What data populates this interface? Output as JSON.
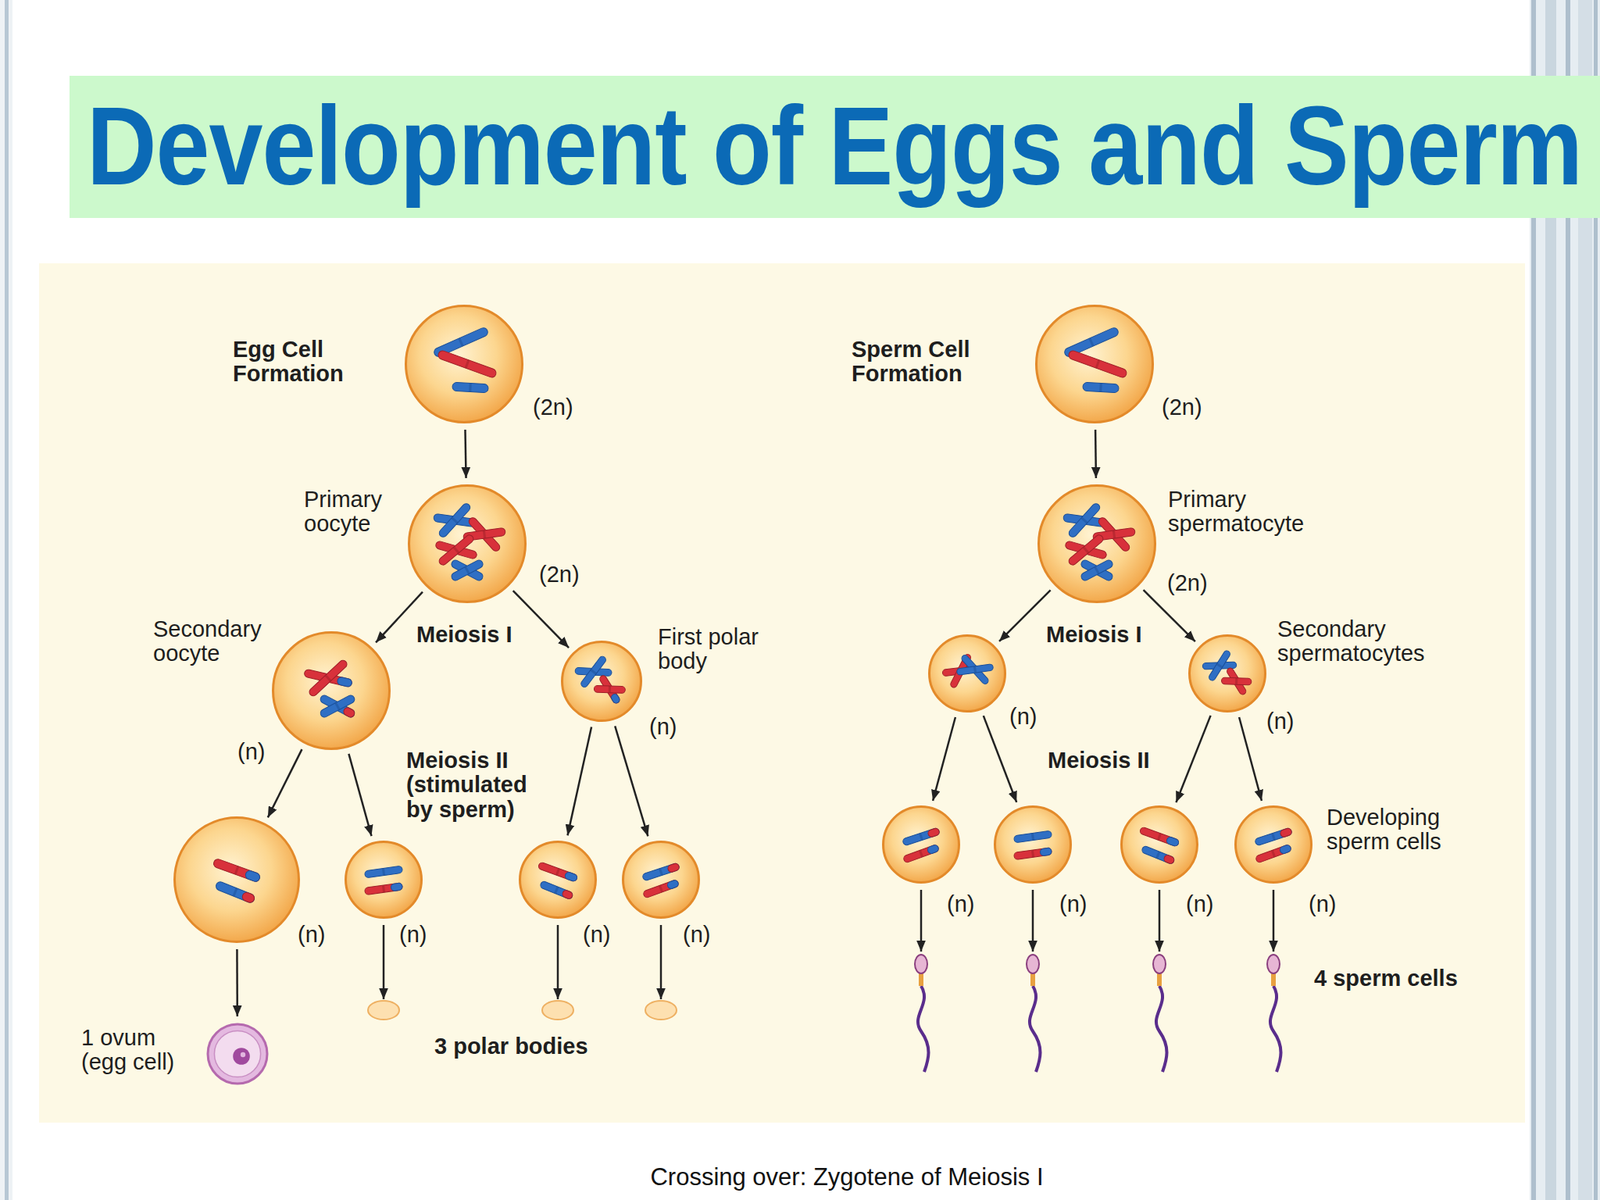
{
  "diagram": {
    "title": "Development of Eggs and Sperm",
    "caption": "Crossing over: Zygotene of Meiosis I",
    "nodes": [
      {
        "text": [
          "Egg Cell Formation",
          "(2n)"
        ]
      },
      {
        "text": [
          "Primary oocyte",
          "(2n)"
        ]
      },
      {
        "text": [
          "Secondary oocyte",
          "(n)"
        ]
      },
      {
        "text": [
          "First polar body",
          "(n)"
        ]
      },
      {
        "text": [
          "(n)"
        ]
      },
      {
        "text": [
          "(n)"
        ]
      },
      {
        "text": [
          "(n)"
        ]
      },
      {
        "text": [
          "(n)"
        ]
      },
      {
        "text": [
          "1 ovum (egg cell)"
        ]
      },
      {
        "text": [
          "Sperm Cell Formation",
          "(2n)"
        ]
      },
      {
        "text": [
          "Primary spermatocyte",
          "(2n)"
        ]
      },
      {
        "text": [
          "(n)"
        ]
      },
      {
        "text": [
          "Secondary spermatocytes",
          "(n)"
        ]
      },
      {
        "text": [
          "(n)"
        ]
      },
      {
        "text": [
          "(n)"
        ]
      },
      {
        "text": [
          "(n)"
        ]
      },
      {
        "text": [
          "Developing sperm cells",
          "(n)"
        ]
      }
    ],
    "edges": [
      {
        "from": 0,
        "to": 1,
        "arrow": "to"
      },
      {
        "from": 1,
        "to": 2,
        "arrow": "to"
      },
      {
        "from": 1,
        "to": 3,
        "arrow": "to"
      },
      {
        "from": 2,
        "to": 4,
        "arrow": "to"
      },
      {
        "from": 2,
        "to": 5,
        "arrow": "to"
      },
      {
        "from": 3,
        "to": 6,
        "arrow": "to"
      },
      {
        "from": 3,
        "to": 7,
        "arrow": "to"
      },
      {
        "from": 4,
        "to": 8,
        "arrow": "to"
      },
      {
        "from": 9,
        "to": 10,
        "arrow": "to"
      },
      {
        "from": 10,
        "to": 11,
        "arrow": "to"
      },
      {
        "from": 10,
        "to": 12,
        "arrow": "to"
      },
      {
        "from": 11,
        "to": 13,
        "arrow": "to"
      },
      {
        "from": 11,
        "to": 14,
        "arrow": "to"
      },
      {
        "from": 12,
        "to": 15,
        "arrow": "to"
      },
      {
        "from": 12,
        "to": 16,
        "arrow": "to"
      }
    ],
    "labels": [
      "Meiosis I",
      "Meiosis II (stimulated by sperm)",
      "3 polar bodies",
      "Meiosis I",
      "Meiosis II",
      "4 sperm cells"
    ]
  }
}
